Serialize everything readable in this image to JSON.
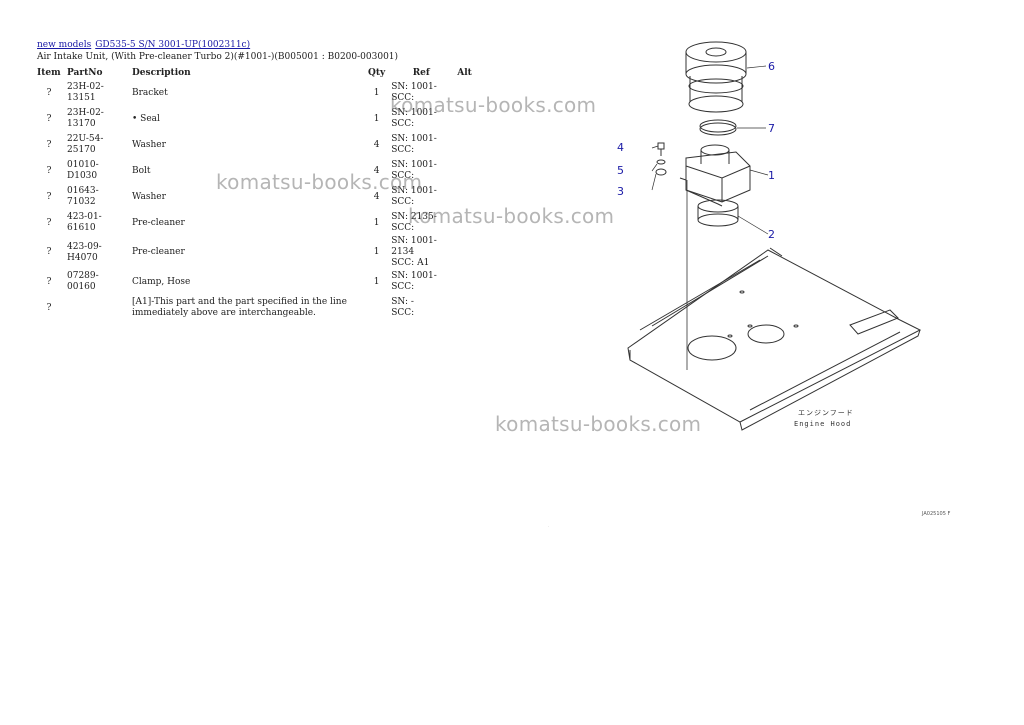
{
  "breadcrumb": {
    "link1": "new models",
    "link2": "GD535-5 S/N 3001-UP(1002311c)"
  },
  "subtitle": "Air Intake Unit, (With Pre-cleaner Turbo 2)(#1001-)(B005001 : B0200-003001)",
  "table": {
    "headers": {
      "item": "Item",
      "partno": "PartNo",
      "description": "Description",
      "qty": "Qty",
      "ref": "Ref",
      "alt": "Alt"
    },
    "rows": [
      {
        "item": "?",
        "partno": "23H-02-13151",
        "description": "Bracket",
        "qty": "1",
        "ref1": "SN: 1001-",
        "ref2": "SCC:"
      },
      {
        "item": "?",
        "partno": "23H-02-13170",
        "description": "• Seal",
        "qty": "1",
        "ref1": "SN: 1001-",
        "ref2": "SCC:"
      },
      {
        "item": "?",
        "partno": "22U-54-25170",
        "description": "Washer",
        "qty": "4",
        "ref1": "SN: 1001-",
        "ref2": "SCC:"
      },
      {
        "item": "?",
        "partno": "01010-D1030",
        "description": "Bolt",
        "qty": "4",
        "ref1": "SN: 1001-",
        "ref2": "SCC:"
      },
      {
        "item": "?",
        "partno": "01643-71032",
        "description": "Washer",
        "qty": "4",
        "ref1": "SN: 1001-",
        "ref2": "SCC:"
      },
      {
        "item": "?",
        "partno": "423-01-61610",
        "description": "Pre-cleaner",
        "qty": "1",
        "ref1": "SN: 2135-",
        "ref2": "SCC:"
      },
      {
        "item": "?",
        "partno": "423-09-H4070",
        "description": "Pre-cleaner",
        "qty": "1",
        "ref1": "SN: 1001-2134",
        "ref2": "SCC: A1"
      },
      {
        "item": "?",
        "partno": "07289-00160",
        "description": "Clamp, Hose",
        "qty": "1",
        "ref1": "SN: 1001-",
        "ref2": "SCC:"
      },
      {
        "item": "?",
        "partno": "",
        "description": "[A1]-This part and the part specified in the line",
        "description2": "immediately above are interchangeable.",
        "qty": "",
        "ref1": "SN: -",
        "ref2": "SCC:"
      }
    ]
  },
  "watermarks": [
    "komatsu-books.com",
    "komatsu-books.com",
    "komatsu-books.com",
    "komatsu-books.com"
  ],
  "diagram": {
    "callouts": [
      "6",
      "7",
      "4",
      "5",
      "3",
      "1",
      "2"
    ],
    "label_jp": "エンジンフード",
    "label_en": "Engine Hood"
  },
  "figure_code": "JA025105 F",
  "colors": {
    "link": "#1a1aa6",
    "callout": "#1a1aa6",
    "watermark": "#888888"
  }
}
